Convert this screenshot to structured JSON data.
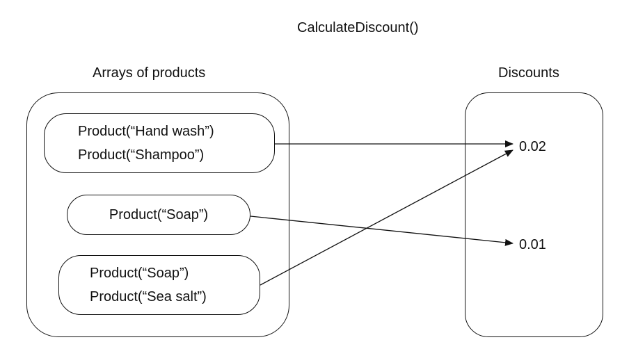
{
  "title": "CalculateDiscount()",
  "left_label": "Arrays of products",
  "right_label": "Discounts",
  "groups": [
    {
      "items": [
        "Product(“Hand wash”)",
        "Product(“Shampoo”)"
      ]
    },
    {
      "items": [
        "Product(“Soap”)"
      ]
    },
    {
      "items": [
        "Product(“Soap”)",
        "Product(“Sea salt”)"
      ]
    }
  ],
  "discounts": [
    "0.02",
    "0.01"
  ]
}
